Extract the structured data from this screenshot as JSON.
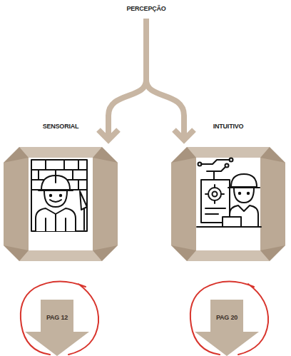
{
  "diagram": {
    "nodes": [
      {
        "text": [
          "PERCEPÇÃO"
        ]
      },
      {
        "text": [
          "SENSORIAL"
        ]
      },
      {
        "text": [
          "INTUITIVO"
        ]
      },
      {
        "text": [
          "PAG 12"
        ]
      },
      {
        "text": [
          "PAG 20"
        ]
      }
    ],
    "edges": [
      {
        "from": 0,
        "to": 1,
        "arrow": "to"
      },
      {
        "from": 0,
        "to": 2,
        "arrow": "to"
      }
    ]
  }
}
